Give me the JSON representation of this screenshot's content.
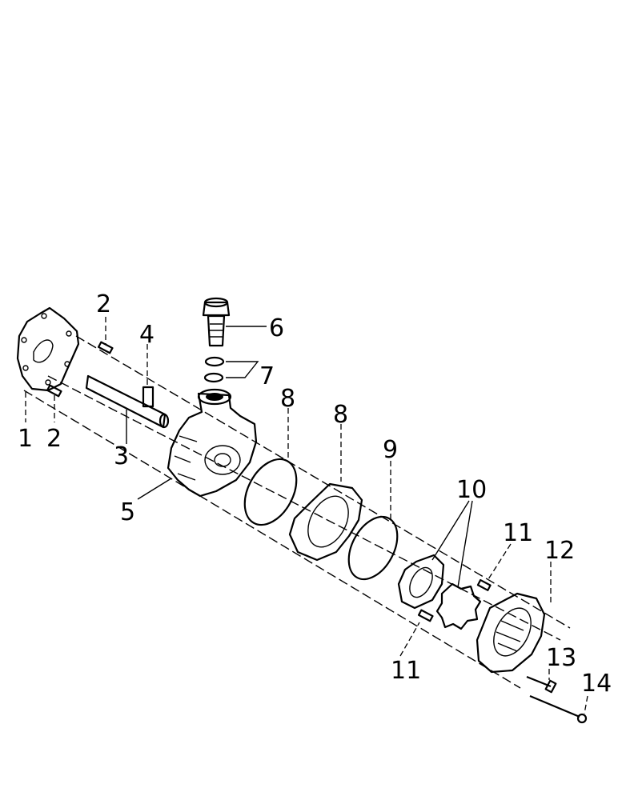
{
  "callouts": [
    {
      "id": "c1",
      "text": "1"
    },
    {
      "id": "c2a",
      "text": "2"
    },
    {
      "id": "c2b",
      "text": "2"
    },
    {
      "id": "c3",
      "text": "3"
    },
    {
      "id": "c4",
      "text": "4"
    },
    {
      "id": "c5",
      "text": "5"
    },
    {
      "id": "c6",
      "text": "6"
    },
    {
      "id": "c7",
      "text": "7"
    },
    {
      "id": "c8a",
      "text": "8"
    },
    {
      "id": "c8b",
      "text": "8"
    },
    {
      "id": "c9",
      "text": "9"
    },
    {
      "id": "c10",
      "text": "10"
    },
    {
      "id": "c11a",
      "text": "11"
    },
    {
      "id": "c11b",
      "text": "11"
    },
    {
      "id": "c12",
      "text": "12"
    },
    {
      "id": "c13",
      "text": "13"
    },
    {
      "id": "c14",
      "text": "14"
    }
  ],
  "colors": {
    "ink": "#000000",
    "paper": "#ffffff"
  }
}
